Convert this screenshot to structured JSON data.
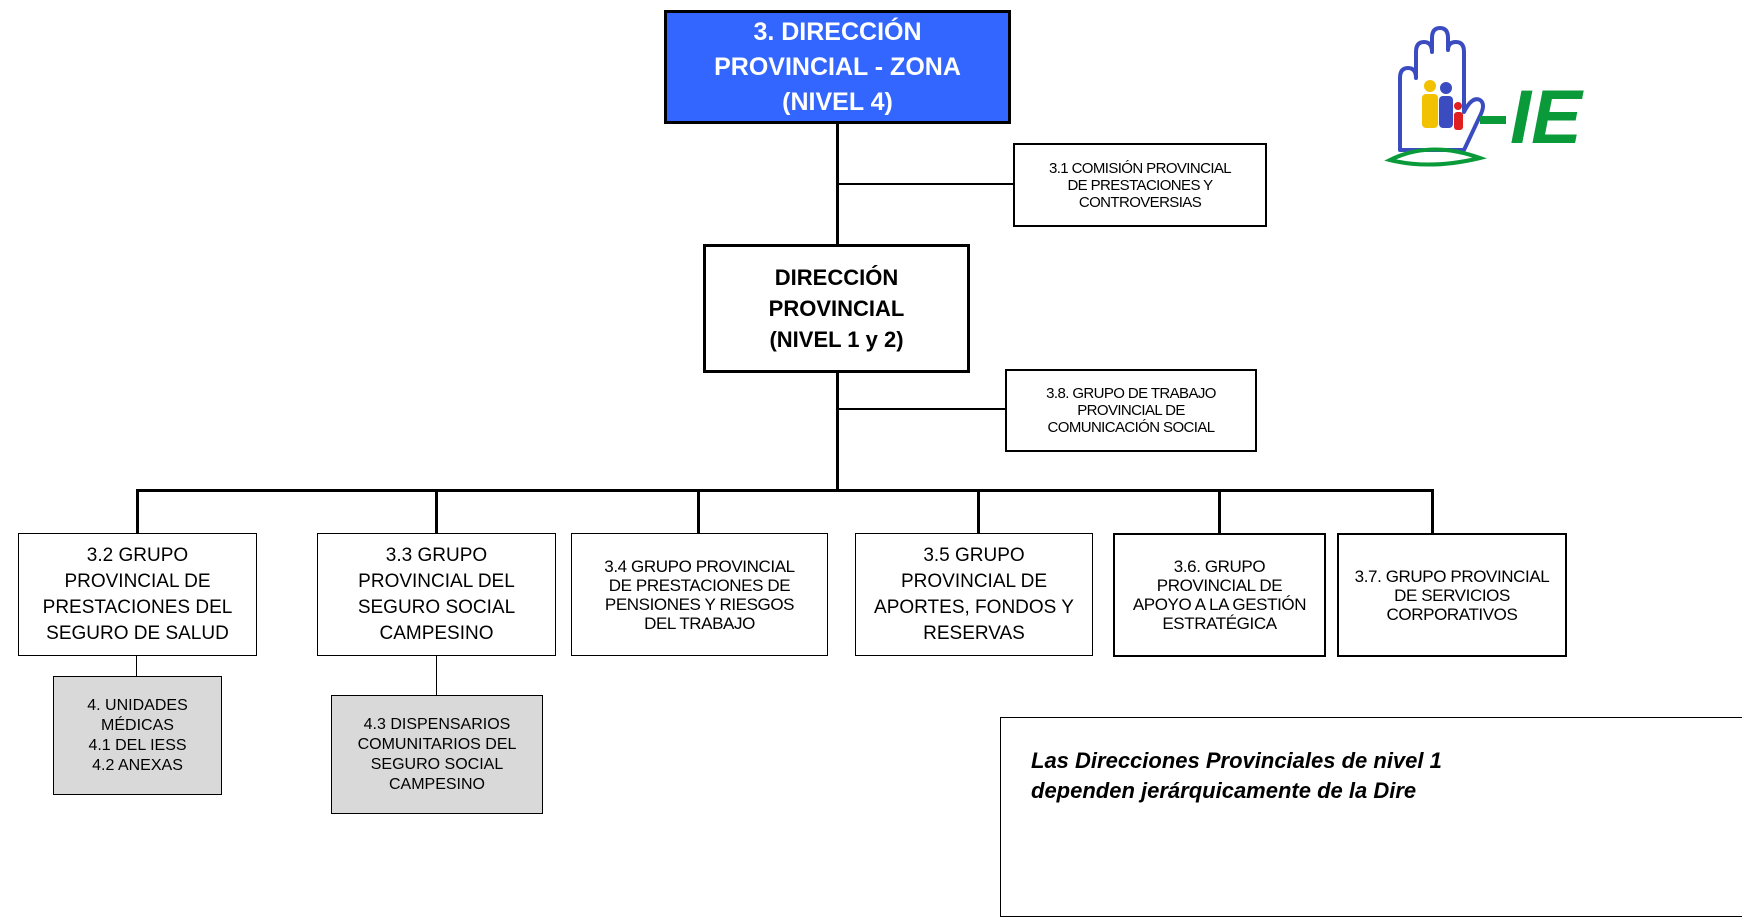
{
  "top_box": "3. DIRECCIÓN\nPROVINCIAL - ZONA\n(NIVEL 4)",
  "commission_box": "3.1 COMISIÓN PROVINCIAL\nDE PRESTACIONES Y\nCONTROVERSIAS",
  "provincial_box": "DIRECCIÓN\nPROVINCIAL\n(NIVEL 1 y 2)",
  "communication_box": "3.8. GRUPO DE TRABAJO\nPROVINCIAL DE\nCOMUNICACIÓN SOCIAL",
  "groups": [
    "3.2 GRUPO\nPROVINCIAL DE\nPRESTACIONES DEL\nSEGURO DE SALUD",
    "3.3 GRUPO\nPROVINCIAL DEL\nSEGURO SOCIAL\nCAMPESINO",
    "3.4 GRUPO  PROVINCIAL\nDE PRESTACIONES DE\nPENSIONES Y RIESGOS\nDEL TRABAJO",
    "3.5 GRUPO\nPROVINCIAL DE\nAPORTES, FONDOS Y\nRESERVAS",
    "3.6. GRUPO\nPROVINCIAL  DE\nAPOYO A LA GESTIÓN\nESTRATÉGICA",
    "3.7. GRUPO PROVINCIAL\nDE SERVICIOS\nCORPORATIVOS"
  ],
  "medical_units_box": "4. UNIDADES\nMÉDICAS\n4.1 DEL IESS\n4.2 ANEXAS",
  "dispensaries_box": "4.3 DISPENSARIOS\nCOMUNITARIOS DEL\nSEGURO SOCIAL\nCAMPESINO",
  "note_text": "Las Direcciones Provinciales de nivel 1\n    dependen jerárquicamente de la Dire",
  "logo_text": "IE",
  "colors": {
    "top_box_fill": "#3366ff",
    "sub_box_fill": "#d9d9d9",
    "logo_green": "#0a9a3a",
    "logo_blue": "#3a4cc0",
    "logo_yellow": "#f2c200",
    "logo_red": "#e02020"
  }
}
